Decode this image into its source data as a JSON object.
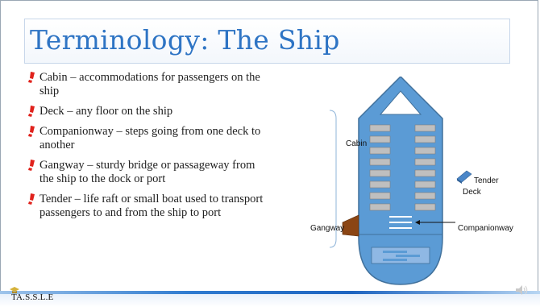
{
  "slide": {
    "title": "Terminology: The Ship",
    "bullets": [
      {
        "text": "Cabin – accommodations for passengers on the ship"
      },
      {
        "text": "Deck – any floor on the ship"
      },
      {
        "text": "Companionway – steps going from one deck to another"
      },
      {
        "text": "Gangway – sturdy bridge or passageway from the ship to the dock or port"
      },
      {
        "text": "Tender – life raft or small boat used to transport passengers to and from the ship to port"
      }
    ]
  },
  "diagram": {
    "labels": {
      "cabin": "Cabin",
      "tender": "Tender",
      "deck": "Deck",
      "gangway": "Gangway",
      "companionway": "Companionway"
    },
    "colors": {
      "hull": "#5b9bd5",
      "hull_stroke": "#41719c",
      "cabin": "#bfbfbf",
      "gangway": "#8b4513",
      "tender": "#4a86c8",
      "bracket": "#8fb4d9"
    }
  },
  "footer": {
    "logo_text": "TA.S.S.L.E",
    "speaker_icon": "speaker-icon"
  },
  "colors": {
    "title": "#2e74c4",
    "bullet": "#e0221c",
    "footer_line": "#2f7bd0"
  }
}
